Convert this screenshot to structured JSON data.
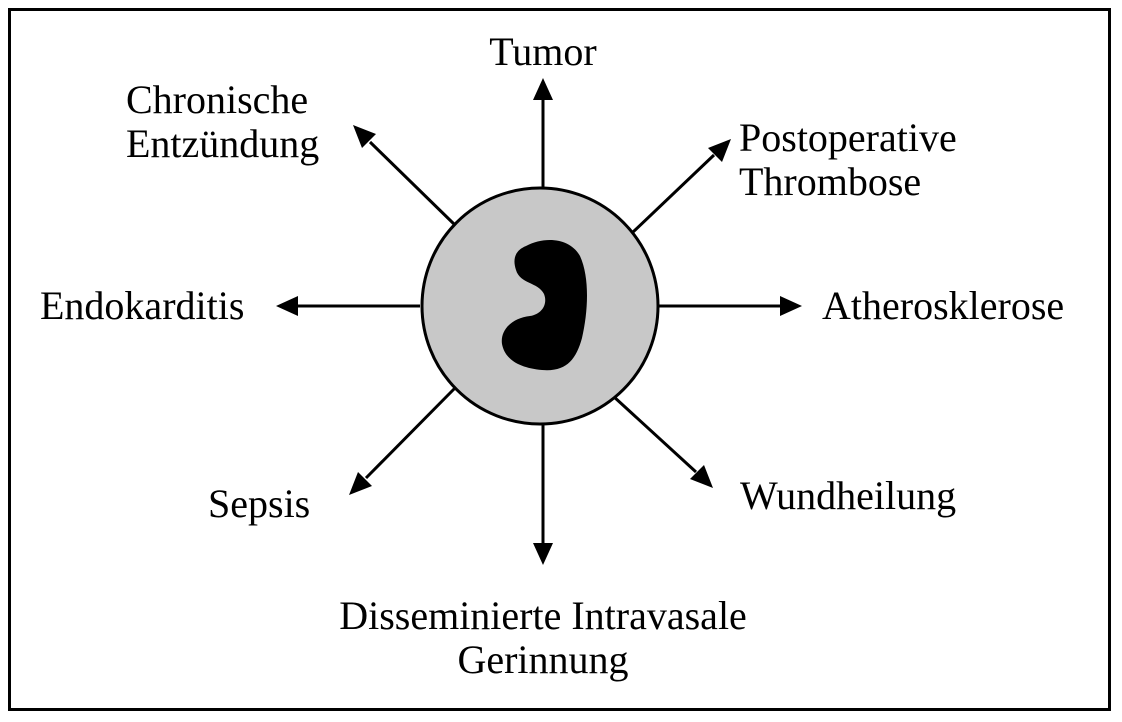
{
  "labels": {
    "tumor": "Tumor",
    "chronic_1": "Chronische",
    "chronic_2": "Entzündung",
    "postop_1": "Postoperative",
    "postop_2": "Thrombose",
    "endocarditis": "Endokarditis",
    "atherosclerosis": "Atherosklerose",
    "sepsis": "Sepsis",
    "wound": "Wundheilung",
    "dic_1": "Disseminierte Intravasale",
    "dic_2": "Gerinnung"
  },
  "colors": {
    "cell_fill": "#c8c8c8",
    "nucleus": "#000000",
    "stroke": "#000000"
  }
}
